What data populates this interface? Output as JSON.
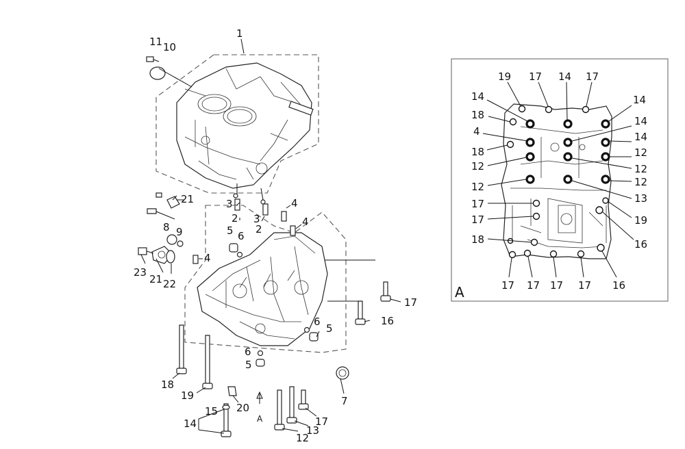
{
  "diagram": {
    "main_labels": {
      "c1": "1",
      "c2a": "2",
      "c2b": "2",
      "c3a": "3",
      "c3b": "3",
      "c4a": "4",
      "c4b": "4",
      "c4c": "4",
      "c5a": "5",
      "c5b": "5",
      "c5c": "5",
      "c6a": "6",
      "c6b": "6",
      "c6c": "6",
      "c7": "7",
      "c8": "8",
      "c9": "9",
      "c10": "10",
      "c11": "11",
      "c12": "12",
      "c13": "13",
      "c14": "14",
      "c15": "15",
      "c16": "16",
      "c17a": "17",
      "c17b": "17",
      "c18": "18",
      "c19": "19",
      "c20": "20",
      "c21a": "21",
      "c21b": "21",
      "c22": "22",
      "c23": "23",
      "arrow_a": "A"
    },
    "inset": {
      "view_label": "A",
      "labels": {
        "t19a": "19",
        "t17a": "17",
        "t14a": "14",
        "t17b": "17",
        "l14": "14",
        "l18a": "18",
        "l4": "4",
        "l18b": "18",
        "l12a": "12",
        "l12b": "12",
        "l17a": "17",
        "l17b": "17",
        "l18c": "18",
        "r14a": "14",
        "r14b": "14",
        "r14c": "14",
        "r12a": "12",
        "r12b": "12",
        "r12c": "12",
        "r13": "13",
        "r19": "19",
        "r16a": "16",
        "b17a": "17",
        "b17b": "17",
        "b17c": "17",
        "b17d": "17",
        "b16": "16"
      }
    }
  }
}
